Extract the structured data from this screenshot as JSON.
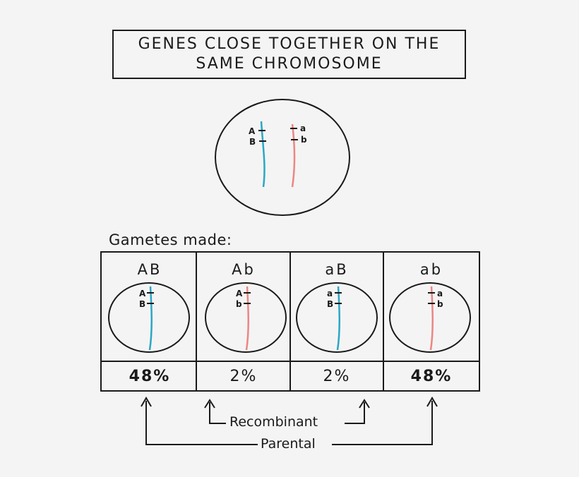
{
  "title": {
    "line1": "Genes close together on the",
    "line2": "same chromosome"
  },
  "parent_cell": {
    "left_labels": [
      "A",
      "B"
    ],
    "right_labels": [
      "a",
      "b"
    ]
  },
  "gametes_label": "Gametes made:",
  "gametes": [
    {
      "label": "AB",
      "genes": [
        "A",
        "B"
      ],
      "color": "#2aa7c6",
      "percent": "48%",
      "bold": true
    },
    {
      "label": "Ab",
      "genes": [
        "A",
        "b"
      ],
      "color": "#ec8683",
      "percent": "2%",
      "bold": false
    },
    {
      "label": "aB",
      "genes": [
        "a",
        "B"
      ],
      "color": "#2aa7c6",
      "percent": "2%",
      "bold": false
    },
    {
      "label": "ab",
      "genes": [
        "a",
        "b"
      ],
      "color": "#ec8683",
      "percent": "48%",
      "bold": true
    }
  ],
  "arrows": {
    "recombinant": "Recombinant",
    "parental": "Parental"
  },
  "colors": {
    "blue": "#2aa7c6",
    "pink": "#ec8683",
    "ink": "#1a1a1a"
  }
}
